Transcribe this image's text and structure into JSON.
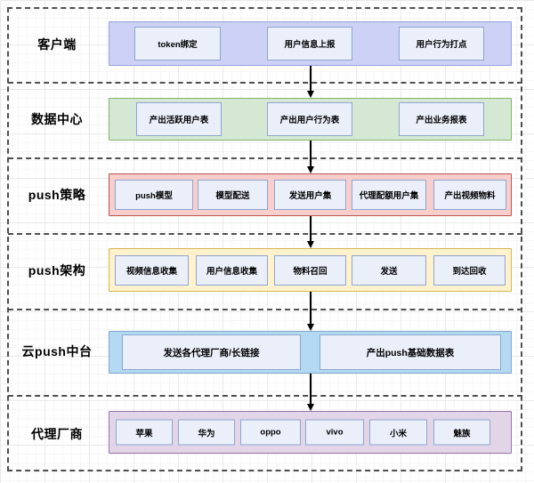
{
  "diagram": {
    "kind": "swimlane-flowchart",
    "lanes": [
      {
        "label": "客户端",
        "band_fill": "#cdd1f5",
        "band_border": "#989fe0",
        "boxes": [
          "token绑定",
          "用户信息上报",
          "用户行为打点"
        ]
      },
      {
        "label": "数据中心",
        "band_fill": "#d5e8d4",
        "band_border": "#82b366",
        "boxes": [
          "产出活跃用户表",
          "产出用户行为表",
          "产出业务报表"
        ]
      },
      {
        "label": "push策略",
        "band_fill": "#f8cecc",
        "band_border": "#b85450",
        "boxes": [
          "push模型",
          "模型配送",
          "发送用户集",
          "代理配额用户集",
          "产出视频物料"
        ]
      },
      {
        "label": "push架构",
        "band_fill": "#fff2cc",
        "band_border": "#d6b656",
        "boxes": [
          "视频信息收集",
          "用户信息收集",
          "物料召回",
          "发送",
          "到达回收"
        ]
      },
      {
        "label": "云push中台",
        "band_fill": "#b3d9f3",
        "band_border": "#7ea6ce",
        "boxes": [
          "发送各代理厂商/长链接",
          "产出push基础数据表"
        ]
      },
      {
        "label": "代理厂商",
        "band_fill": "#e1d5e7",
        "band_border": "#9673a6",
        "boxes": [
          "苹果",
          "华为",
          "oppo",
          "vivo",
          "小米",
          "魅族"
        ]
      }
    ],
    "node_style": {
      "fill": "#eaeffa",
      "border": "#8ea6cf"
    },
    "arrows": "vertical top-to-bottom between each adjacent lane band"
  }
}
